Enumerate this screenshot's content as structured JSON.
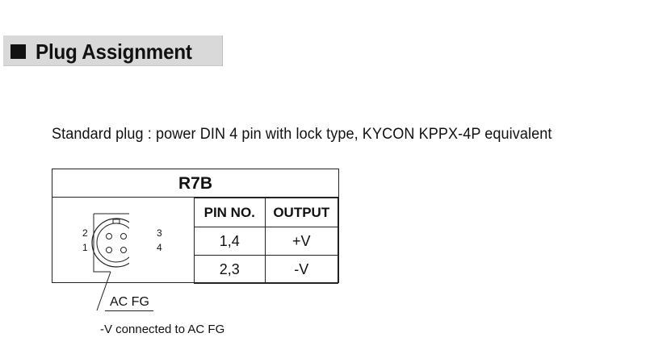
{
  "section": {
    "title": "Plug Assignment"
  },
  "description": "Standard plug : power DIN 4 pin with lock type, KYCON KPPX-4P equivalent",
  "table": {
    "model": "R7B",
    "headers": [
      "PIN NO.",
      "OUTPUT"
    ],
    "rows": [
      [
        "1,4",
        "+V"
      ],
      [
        "2,3",
        "-V"
      ]
    ]
  },
  "connector": {
    "pin_labels": [
      "2",
      "1",
      "3",
      "4"
    ],
    "fg_label": "AC FG",
    "note": "-V connected to AC FG"
  },
  "icons": {
    "bullet": "black-square-bullet-icon",
    "connector": "din-4-pin-plug-icon"
  }
}
